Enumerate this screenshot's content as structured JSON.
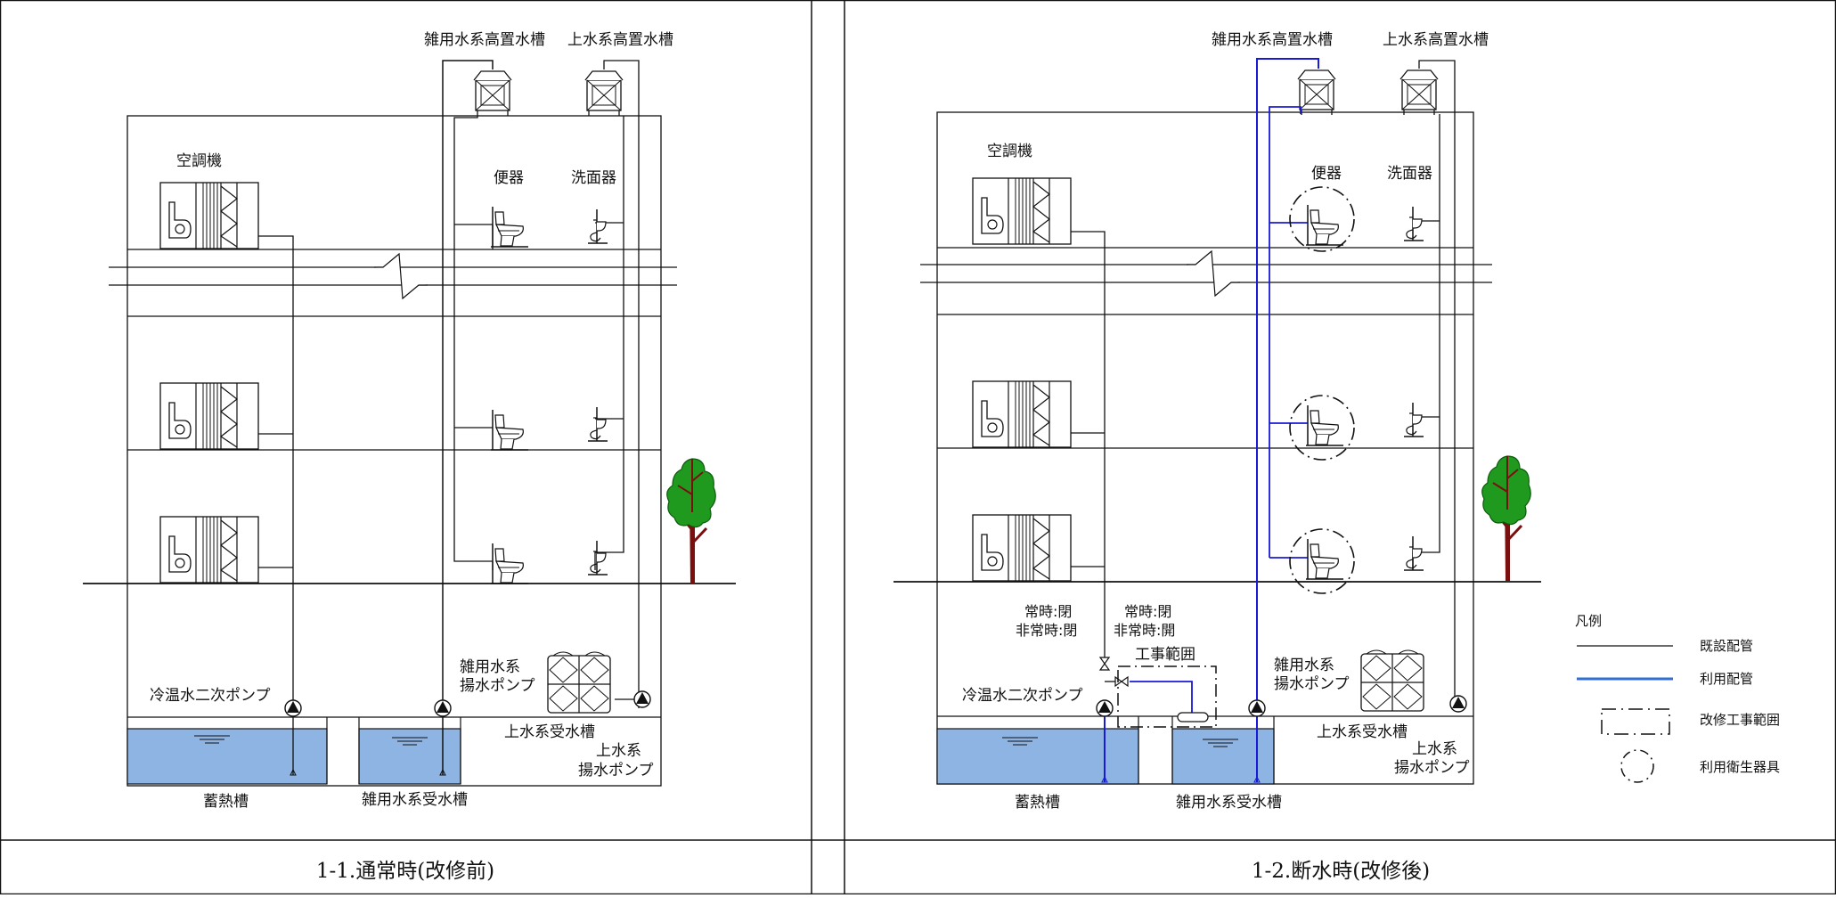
{
  "left": {
    "caption": "1-1.通常時(改修前)",
    "labels": {
      "misc_tank": "雑用水系高置水槽",
      "potable_tank": "上水系高置水槽",
      "aircon": "空調機",
      "toilet": "便器",
      "washbasin": "洗面器",
      "chiller_pump": "冷温水二次ポンプ",
      "misc_pump_1": "雑用水系",
      "misc_pump_2": "揚水ポンプ",
      "potable_receiving": "上水系受水槽",
      "potable_pump_1": "上水系",
      "potable_pump_2": "揚水ポンプ",
      "storage_tank": "蓄熱槽",
      "misc_receiving": "雑用水系受水槽"
    }
  },
  "right": {
    "caption": "1-2.断水時(改修後)",
    "labels": {
      "misc_tank": "雑用水系高置水槽",
      "potable_tank": "上水系高置水槽",
      "aircon": "空調機",
      "toilet": "便器",
      "washbasin": "洗面器",
      "valve1_a": "常時:閉",
      "valve1_b": "非常時:閉",
      "valve2_a": "常時:閉",
      "valve2_b": "非常時:開",
      "work_area": "工事範囲",
      "chiller_pump": "冷温水二次ポンプ",
      "misc_pump_1": "雑用水系",
      "misc_pump_2": "揚水ポンプ",
      "potable_receiving": "上水系受水槽",
      "potable_pump_1": "上水系",
      "potable_pump_2": "揚水ポンプ",
      "storage_tank": "蓄熱槽",
      "misc_receiving": "雑用水系受水槽"
    }
  },
  "legend": {
    "title": "凡例",
    "existing": "既設配管",
    "used": "利用配管",
    "renovation": "改修工事範囲",
    "fixture": "利用衛生器具"
  },
  "colors": {
    "used_pipe": "#1a1ad6",
    "legend_used_pipe": "#2f6fd6",
    "water": "#8eb4e3",
    "tree_foliage": "#1f9a1f",
    "tree_trunk": "#7a0f0f",
    "line": "#111111"
  }
}
